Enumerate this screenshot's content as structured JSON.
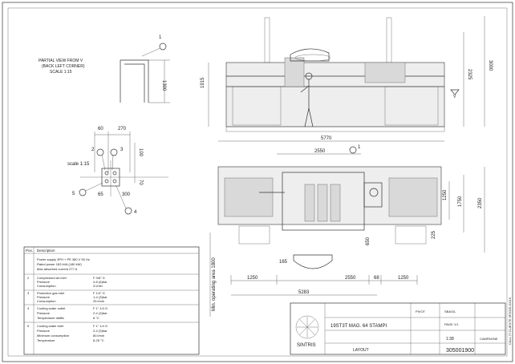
{
  "partial_view": {
    "title_lines": [
      "PARTIAL VIEW FROM V",
      "(BACK LEFT CORNER)",
      "SCALE 1:15"
    ],
    "callout": "1",
    "dim_height": "1300"
  },
  "connection_detail": {
    "scale_label": "scale 1:15",
    "dims": {
      "top_left": "60",
      "top_right": "270",
      "right_upper": "100",
      "right_lower": "70",
      "bottom_left": "65",
      "bottom_right": "300"
    },
    "callouts": [
      "2",
      "3",
      "5",
      "4"
    ]
  },
  "front_view": {
    "dims": {
      "left_height": "1915",
      "right_inner": "2325",
      "right_outer": "3000"
    },
    "view_marker": "V"
  },
  "plan_view": {
    "dims": {
      "overall_width": "5770",
      "inner_width": "2550",
      "right_1250": "1250",
      "right_1750": "1750",
      "right_2350": "2350",
      "right_225": "225",
      "left_vertical": "Min. operating area 1800",
      "inner_165": "165",
      "inner_650": "650",
      "bottom_1250_left": "1250",
      "bottom_2550": "2550",
      "bottom_68": "68",
      "bottom_1250_right": "1250",
      "bottom_total": "5283"
    },
    "callout": "1"
  },
  "spec_table": {
    "headers": [
      "Pos.",
      "Description"
    ],
    "rows": [
      {
        "pos": "",
        "lines": [
          "Power supply   3PH + PE     380 V     50 Hz",
          "Rated power 183 kVA (180 kW)",
          "Max absorbed current 277 A"
        ]
      },
      {
        "pos": "2",
        "lines": [
          "Compressed air inlet",
          "Pressure",
          "Consumption"
        ],
        "values": [
          "F 3/8\" G",
          "4-8 (6)bar",
          "3 l/min"
        ]
      },
      {
        "pos": "3",
        "lines": [
          "Protection gas inlet",
          "Pressure",
          "Consumption"
        ],
        "values": [
          "F 1/4\" G",
          "1-4 (3)bar",
          "25 l/min"
        ]
      },
      {
        "pos": "4",
        "lines": [
          "Cooling water outlet",
          "Pressure",
          "Temperature diaffic"
        ],
        "values": [
          "F 1\" 1/4 G",
          "2-4 (3)bar",
          "8 °C"
        ]
      },
      {
        "pos": "5",
        "lines": [
          "Cooling water inlet",
          "Pressure",
          "Minimum consumption",
          "Temperature"
        ],
        "values": [
          "F 1\" 1/4 G",
          "2-4 (3)bar",
          "80 l/min",
          "8-25 °C"
        ]
      }
    ]
  },
  "title_block": {
    "company": "SINTRIS",
    "drawing_title": "19ST3T MAG. 64 STAMPI",
    "sheet_label": "LAYOUT",
    "scale": "1:38",
    "drawing_number": "305001900",
    "field_a": "PIVOT",
    "field_b": "SBA/GL",
    "field_c": "PAGE 1/1",
    "field_d": "CAMPAGNE"
  },
  "side_stamp": "CALL IT CLIENTE 9F2025-XXXX"
}
